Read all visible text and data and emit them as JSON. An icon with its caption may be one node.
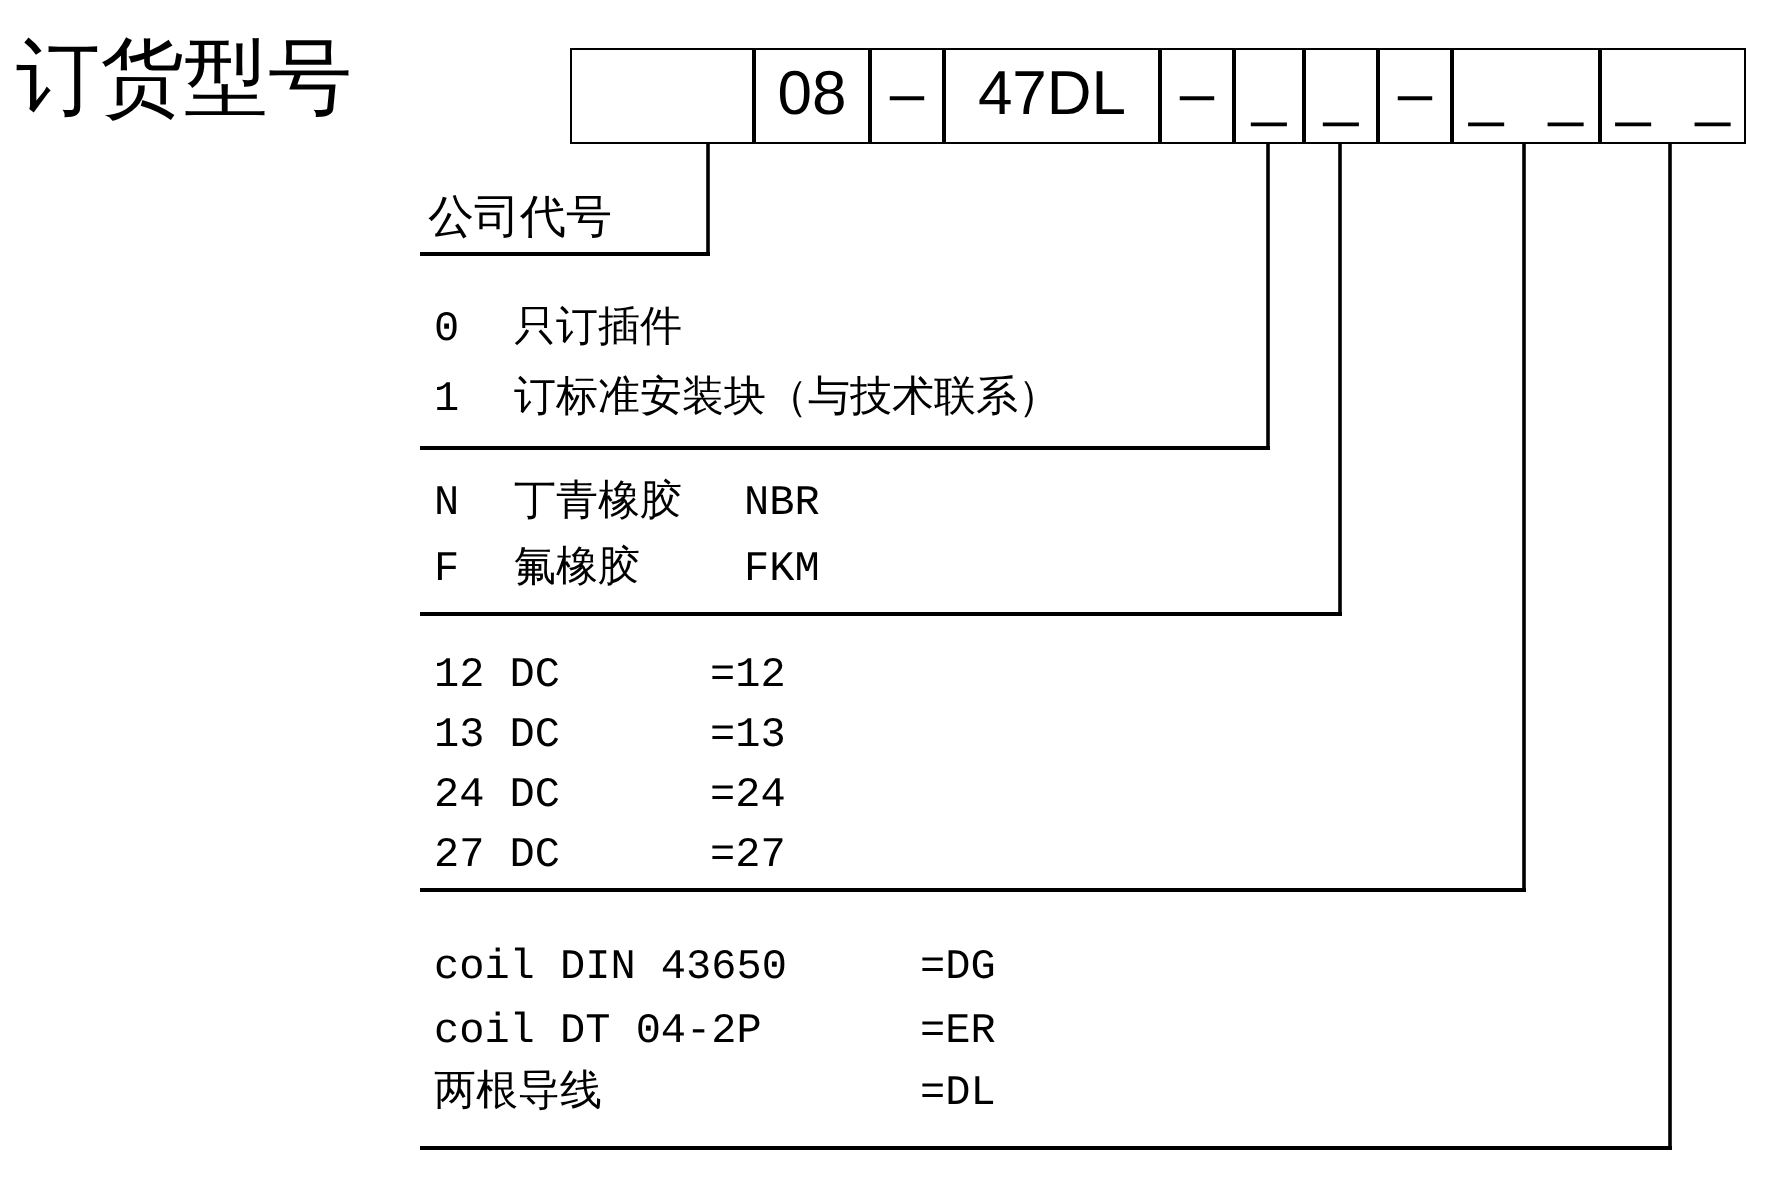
{
  "diagram": {
    "title": "订货型号",
    "nodes": [
      {
        "text": [],
        "shape": "box"
      },
      {
        "text": [
          "08"
        ]
      },
      {
        "text": [
          "–"
        ]
      },
      {
        "text": [
          "47DL"
        ]
      },
      {
        "text": [
          "–"
        ]
      },
      {
        "text": [
          "_"
        ]
      },
      {
        "text": [
          "_"
        ]
      },
      {
        "text": [
          "–"
        ]
      },
      {
        "text": [
          "_ _"
        ]
      },
      {
        "text": [
          "_ _"
        ]
      },
      {
        "text": [
          "公司代号"
        ]
      },
      {
        "text": [
          "0",
          "只订插件",
          "1",
          "订标准安装块（与技术联系）"
        ]
      },
      {
        "text": [
          "N",
          "丁青橡胶",
          "NBR",
          "F",
          "氟橡胶",
          "FKM"
        ]
      },
      {
        "text": [
          "12 DC",
          "=12",
          "13 DC",
          "=13",
          "24 DC",
          "=24",
          "27 DC",
          "=27"
        ]
      },
      {
        "text": [
          "coil DIN 43650",
          "=DG",
          "coil DT 04-2P",
          "=ER",
          "两根导线",
          "=DL"
        ]
      }
    ],
    "edges": [
      {
        "from": 0,
        "to": 10,
        "arrow": "none"
      },
      {
        "from": 5,
        "to": 11,
        "arrow": "none"
      },
      {
        "from": 6,
        "to": 12,
        "arrow": "none"
      },
      {
        "from": 8,
        "to": 13,
        "arrow": "none"
      },
      {
        "from": 9,
        "to": 14,
        "arrow": "none"
      }
    ]
  }
}
